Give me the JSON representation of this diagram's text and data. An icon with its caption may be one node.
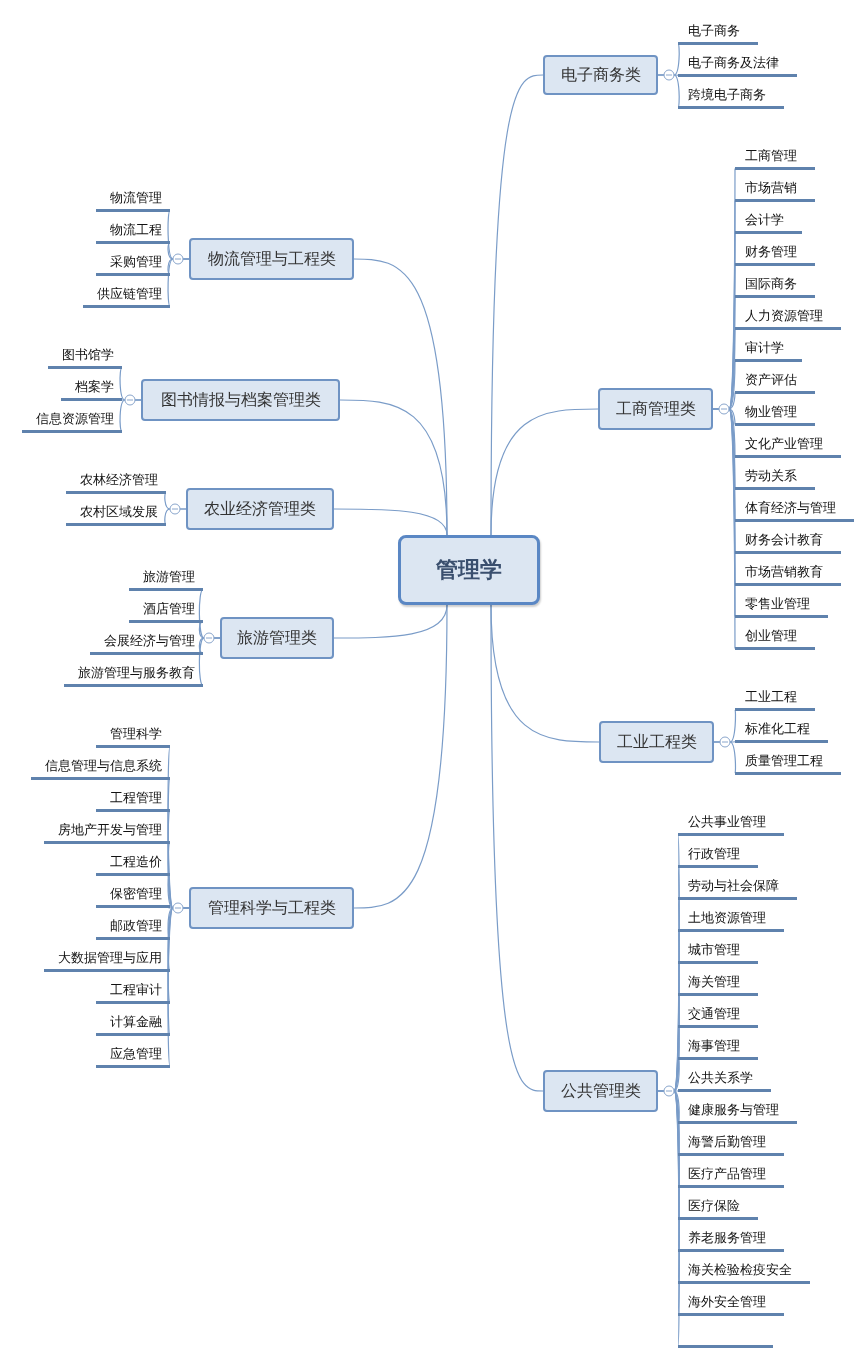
{
  "diagram": {
    "nodes": [
      {
        "text": [
          "管理学"
        ]
      },
      {
        "text": [
          "电子商务类"
        ]
      },
      {
        "text": [
          "电子商务"
        ]
      },
      {
        "text": [
          "电子商务及法律"
        ]
      },
      {
        "text": [
          "跨境电子商务"
        ]
      },
      {
        "text": [
          "物流管理与工程类"
        ]
      },
      {
        "text": [
          "物流管理"
        ]
      },
      {
        "text": [
          "物流工程"
        ]
      },
      {
        "text": [
          "采购管理"
        ]
      },
      {
        "text": [
          "供应链管理"
        ]
      },
      {
        "text": [
          "工商管理类"
        ]
      },
      {
        "text": [
          "工商管理"
        ]
      },
      {
        "text": [
          "市场营销"
        ]
      },
      {
        "text": [
          "会计学"
        ]
      },
      {
        "text": [
          "财务管理"
        ]
      },
      {
        "text": [
          "国际商务"
        ]
      },
      {
        "text": [
          "人力资源管理"
        ]
      },
      {
        "text": [
          "审计学"
        ]
      },
      {
        "text": [
          "资产评估"
        ]
      },
      {
        "text": [
          "物业管理"
        ]
      },
      {
        "text": [
          "文化产业管理"
        ]
      },
      {
        "text": [
          "劳动关系"
        ]
      },
      {
        "text": [
          "体育经济与管理"
        ]
      },
      {
        "text": [
          "财务会计教育"
        ]
      },
      {
        "text": [
          "市场营销教育"
        ]
      },
      {
        "text": [
          "零售业管理"
        ]
      },
      {
        "text": [
          "创业管理"
        ]
      },
      {
        "text": [
          "图书情报与档案管理类"
        ]
      },
      {
        "text": [
          "图书馆学"
        ]
      },
      {
        "text": [
          "档案学"
        ]
      },
      {
        "text": [
          "信息资源管理"
        ]
      },
      {
        "text": [
          "农业经济管理类"
        ]
      },
      {
        "text": [
          "农林经济管理"
        ]
      },
      {
        "text": [
          "农村区域发展"
        ]
      },
      {
        "text": [
          "旅游管理类"
        ]
      },
      {
        "text": [
          "旅游管理"
        ]
      },
      {
        "text": [
          "酒店管理"
        ]
      },
      {
        "text": [
          "会展经济与管理"
        ]
      },
      {
        "text": [
          "旅游管理与服务教育"
        ]
      },
      {
        "text": [
          "工业工程类"
        ]
      },
      {
        "text": [
          "工业工程"
        ]
      },
      {
        "text": [
          "标准化工程"
        ]
      },
      {
        "text": [
          "质量管理工程"
        ]
      },
      {
        "text": [
          "管理科学与工程类"
        ]
      },
      {
        "text": [
          "管理科学"
        ]
      },
      {
        "text": [
          "信息管理与信息系统"
        ]
      },
      {
        "text": [
          "工程管理"
        ]
      },
      {
        "text": [
          "房地产开发与管理"
        ]
      },
      {
        "text": [
          "工程造价"
        ]
      },
      {
        "text": [
          "保密管理"
        ]
      },
      {
        "text": [
          "邮政管理"
        ]
      },
      {
        "text": [
          "大数据管理与应用"
        ]
      },
      {
        "text": [
          "工程审计"
        ]
      },
      {
        "text": [
          "计算金融"
        ]
      },
      {
        "text": [
          "应急管理"
        ]
      },
      {
        "text": [
          "公共管理类"
        ]
      },
      {
        "text": [
          "公共事业管理"
        ]
      },
      {
        "text": [
          "行政管理"
        ]
      },
      {
        "text": [
          "劳动与社会保障"
        ]
      },
      {
        "text": [
          "土地资源管理"
        ]
      },
      {
        "text": [
          "城市管理"
        ]
      },
      {
        "text": [
          "海关管理"
        ]
      },
      {
        "text": [
          "交通管理"
        ]
      },
      {
        "text": [
          "海事管理"
        ]
      },
      {
        "text": [
          "公共关系学"
        ]
      },
      {
        "text": [
          "健康服务与管理"
        ]
      },
      {
        "text": [
          "海警后勤管理"
        ]
      },
      {
        "text": [
          "医疗产品管理"
        ]
      },
      {
        "text": [
          "医疗保险"
        ]
      },
      {
        "text": [
          "养老服务管理"
        ]
      },
      {
        "text": [
          "海关检验检疫安全"
        ]
      },
      {
        "text": [
          "海外安全管理"
        ]
      },
      {
        "text": [],
        "shape": "bar"
      }
    ],
    "edges": [
      {
        "from": 0,
        "to": 1,
        "arrow": "none"
      },
      {
        "from": 1,
        "to": 2,
        "arrow": "none"
      },
      {
        "from": 1,
        "to": 3,
        "arrow": "none"
      },
      {
        "from": 1,
        "to": 4,
        "arrow": "none"
      },
      {
        "from": 0,
        "to": 5,
        "arrow": "none"
      },
      {
        "from": 5,
        "to": 6,
        "arrow": "none"
      },
      {
        "from": 5,
        "to": 7,
        "arrow": "none"
      },
      {
        "from": 5,
        "to": 8,
        "arrow": "none"
      },
      {
        "from": 5,
        "to": 9,
        "arrow": "none"
      },
      {
        "from": 0,
        "to": 10,
        "arrow": "none"
      },
      {
        "from": 10,
        "to": 11,
        "arrow": "none"
      },
      {
        "from": 10,
        "to": 12,
        "arrow": "none"
      },
      {
        "from": 10,
        "to": 13,
        "arrow": "none"
      },
      {
        "from": 10,
        "to": 14,
        "arrow": "none"
      },
      {
        "from": 10,
        "to": 15,
        "arrow": "none"
      },
      {
        "from": 10,
        "to": 16,
        "arrow": "none"
      },
      {
        "from": 10,
        "to": 17,
        "arrow": "none"
      },
      {
        "from": 10,
        "to": 18,
        "arrow": "none"
      },
      {
        "from": 10,
        "to": 19,
        "arrow": "none"
      },
      {
        "from": 10,
        "to": 20,
        "arrow": "none"
      },
      {
        "from": 10,
        "to": 21,
        "arrow": "none"
      },
      {
        "from": 10,
        "to": 22,
        "arrow": "none"
      },
      {
        "from": 10,
        "to": 23,
        "arrow": "none"
      },
      {
        "from": 10,
        "to": 24,
        "arrow": "none"
      },
      {
        "from": 10,
        "to": 25,
        "arrow": "none"
      },
      {
        "from": 10,
        "to": 26,
        "arrow": "none"
      },
      {
        "from": 0,
        "to": 27,
        "arrow": "none"
      },
      {
        "from": 27,
        "to": 28,
        "arrow": "none"
      },
      {
        "from": 27,
        "to": 29,
        "arrow": "none"
      },
      {
        "from": 27,
        "to": 30,
        "arrow": "none"
      },
      {
        "from": 0,
        "to": 31,
        "arrow": "none"
      },
      {
        "from": 31,
        "to": 32,
        "arrow": "none"
      },
      {
        "from": 31,
        "to": 33,
        "arrow": "none"
      },
      {
        "from": 0,
        "to": 34,
        "arrow": "none"
      },
      {
        "from": 34,
        "to": 35,
        "arrow": "none"
      },
      {
        "from": 34,
        "to": 36,
        "arrow": "none"
      },
      {
        "from": 34,
        "to": 37,
        "arrow": "none"
      },
      {
        "from": 34,
        "to": 38,
        "arrow": "none"
      },
      {
        "from": 0,
        "to": 39,
        "arrow": "none"
      },
      {
        "from": 39,
        "to": 40,
        "arrow": "none"
      },
      {
        "from": 39,
        "to": 41,
        "arrow": "none"
      },
      {
        "from": 39,
        "to": 42,
        "arrow": "none"
      },
      {
        "from": 0,
        "to": 43,
        "arrow": "none"
      },
      {
        "from": 43,
        "to": 44,
        "arrow": "none"
      },
      {
        "from": 43,
        "to": 45,
        "arrow": "none"
      },
      {
        "from": 43,
        "to": 46,
        "arrow": "none"
      },
      {
        "from": 43,
        "to": 47,
        "arrow": "none"
      },
      {
        "from": 43,
        "to": 48,
        "arrow": "none"
      },
      {
        "from": 43,
        "to": 49,
        "arrow": "none"
      },
      {
        "from": 43,
        "to": 50,
        "arrow": "none"
      },
      {
        "from": 43,
        "to": 51,
        "arrow": "none"
      },
      {
        "from": 43,
        "to": 52,
        "arrow": "none"
      },
      {
        "from": 43,
        "to": 53,
        "arrow": "none"
      },
      {
        "from": 43,
        "to": 54,
        "arrow": "none"
      },
      {
        "from": 0,
        "to": 55,
        "arrow": "none"
      },
      {
        "from": 55,
        "to": 56,
        "arrow": "none"
      },
      {
        "from": 55,
        "to": 57,
        "arrow": "none"
      },
      {
        "from": 55,
        "to": 58,
        "arrow": "none"
      },
      {
        "from": 55,
        "to": 59,
        "arrow": "none"
      },
      {
        "from": 55,
        "to": 60,
        "arrow": "none"
      },
      {
        "from": 55,
        "to": 61,
        "arrow": "none"
      },
      {
        "from": 55,
        "to": 62,
        "arrow": "none"
      },
      {
        "from": 55,
        "to": 63,
        "arrow": "none"
      },
      {
        "from": 55,
        "to": 64,
        "arrow": "none"
      },
      {
        "from": 55,
        "to": 65,
        "arrow": "none"
      },
      {
        "from": 55,
        "to": 66,
        "arrow": "none"
      },
      {
        "from": 55,
        "to": 67,
        "arrow": "none"
      },
      {
        "from": 55,
        "to": 68,
        "arrow": "none"
      },
      {
        "from": 55,
        "to": 69,
        "arrow": "none"
      },
      {
        "from": 55,
        "to": 70,
        "arrow": "none"
      },
      {
        "from": 55,
        "to": 71,
        "arrow": "none"
      },
      {
        "from": 55,
        "to": 72,
        "arrow": "none"
      }
    ]
  }
}
